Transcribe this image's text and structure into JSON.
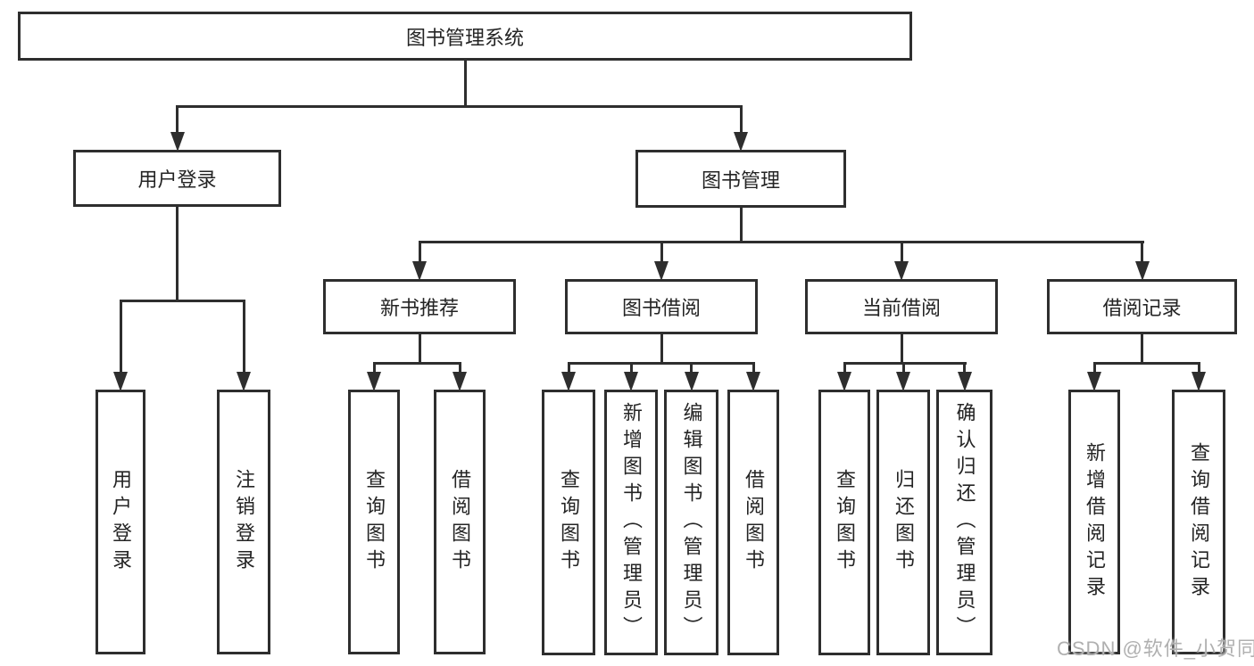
{
  "diagram": {
    "type": "hierarchy-tree",
    "title": "图书管理系统",
    "labels": {
      "root": "图书管理系统",
      "user_login": "用户登录",
      "book_mgmt": "图书管理",
      "new_book_rec": "新书推荐",
      "book_borrow": "图书借阅",
      "current_borrow": "当前借阅",
      "borrow_record": "借阅记录",
      "leaf_user_login": "用户登录",
      "leaf_logout": "注销登录",
      "leaf_query_book_1": "查询图书",
      "leaf_borrow_book_1": "借阅图书",
      "leaf_query_book_2": "查询图书",
      "leaf_add_book": "新增图书（管理员）",
      "leaf_edit_book": "编辑图书（管理员）",
      "leaf_borrow_book_2": "借阅图书",
      "leaf_query_book_3": "查询图书",
      "leaf_return_book": "归还图书",
      "leaf_confirm_return": "确认归还（管理员）",
      "leaf_add_record": "新增借阅记录",
      "leaf_query_record": "查询借阅记录"
    },
    "hierarchy": [
      {
        "parent": "root",
        "children": [
          "user_login",
          "book_mgmt"
        ]
      },
      {
        "parent": "user_login",
        "children": [
          "leaf_user_login",
          "leaf_logout"
        ]
      },
      {
        "parent": "book_mgmt",
        "children": [
          "new_book_rec",
          "book_borrow",
          "current_borrow",
          "borrow_record"
        ]
      },
      {
        "parent": "new_book_rec",
        "children": [
          "leaf_query_book_1",
          "leaf_borrow_book_1"
        ]
      },
      {
        "parent": "book_borrow",
        "children": [
          "leaf_query_book_2",
          "leaf_add_book",
          "leaf_edit_book",
          "leaf_borrow_book_2"
        ]
      },
      {
        "parent": "current_borrow",
        "children": [
          "leaf_query_book_3",
          "leaf_return_book",
          "leaf_confirm_return"
        ]
      },
      {
        "parent": "borrow_record",
        "children": [
          "leaf_add_record",
          "leaf_query_record"
        ]
      }
    ]
  },
  "watermark": {
    "text": "CSDN @软件_小贺同学"
  },
  "colors": {
    "line": "#2e2e2e",
    "text": "#242424",
    "background": "#ffffff",
    "watermark": "#b0b0b0"
  }
}
